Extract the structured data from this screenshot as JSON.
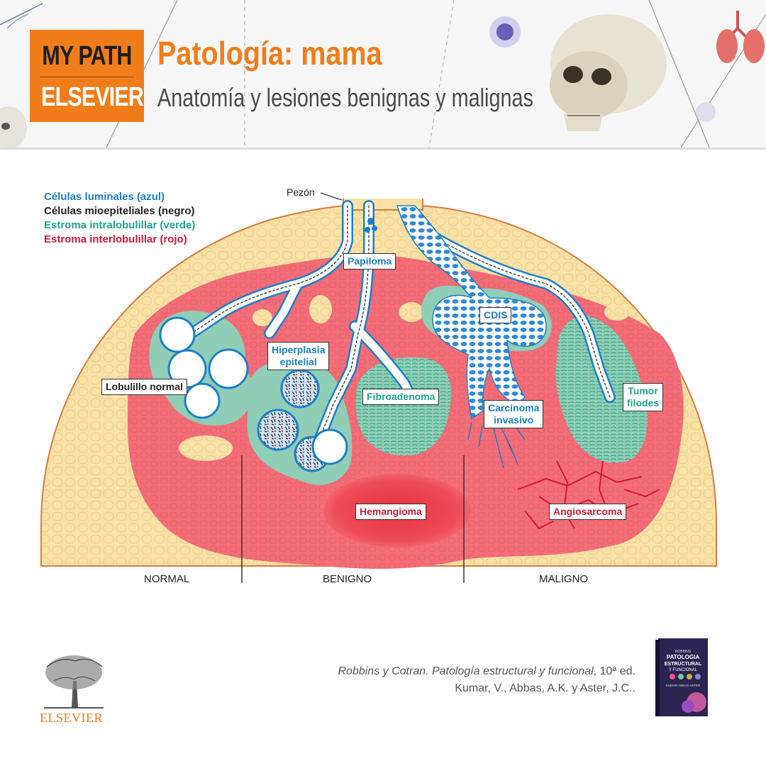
{
  "header": {
    "logo_line1": "MY PATH",
    "logo_line2": "ELSEVIER",
    "title": "Patología: mama",
    "subtitle": "Anatomía y lesiones benignas y malignas"
  },
  "diagram": {
    "legend": [
      {
        "text": "Células luminales (azul)",
        "color": "#1d7fc9"
      },
      {
        "text": "Células mioepiteliales (negro)",
        "color": "#222222"
      },
      {
        "text": "Estroma intralobulillar (verde)",
        "color": "#1fa58d"
      },
      {
        "text": "Estroma interlobulillar (rojo)",
        "color": "#d3173a"
      }
    ],
    "nipple_label": "Pezón",
    "labels": {
      "lobulillo_normal": "Lobulillo normal",
      "papiloma": "Papiloma",
      "hiperplasia_1": "Hiperplasia",
      "hiperplasia_2": "epitelial",
      "fibroadenoma": "Fibroadenoma",
      "cdis": "CDIS",
      "carcinoma_1": "Carcinoma",
      "carcinoma_2": "invasivo",
      "tumor_1": "Tumor",
      "tumor_2": "filodes",
      "hemangioma": "Hemangioma",
      "angiosarcoma": "Angiosarcoma"
    },
    "sections": {
      "normal": "NORMAL",
      "benigno": "BENIGNO",
      "maligno": "MALIGNO"
    },
    "colors": {
      "luminal": "#1d7fc9",
      "myoepithelial": "#222222",
      "intralobular": "#1fa58d",
      "interlobular": "#d3173a",
      "fat": "#f8e1a6",
      "stroma_pink": "#f26e78",
      "green_stroma": "#8fcdb7"
    }
  },
  "footer": {
    "brand": "ELSEVIER",
    "citation_italic": "Robbins y Cotran. Patología estructural y funcional",
    "citation_edition": ", 10ª ed.",
    "citation_authors": "Kumar, V., Abbas, A.K. y Aster, J.C..",
    "book_title_1": "ROBBINS",
    "book_title_2": "PATOLOGIA",
    "book_title_3": "ESTRUCTURAL",
    "book_title_4": "Y FUNCIONAL",
    "book_authors": "KUMAR ABBAS ASTER"
  }
}
